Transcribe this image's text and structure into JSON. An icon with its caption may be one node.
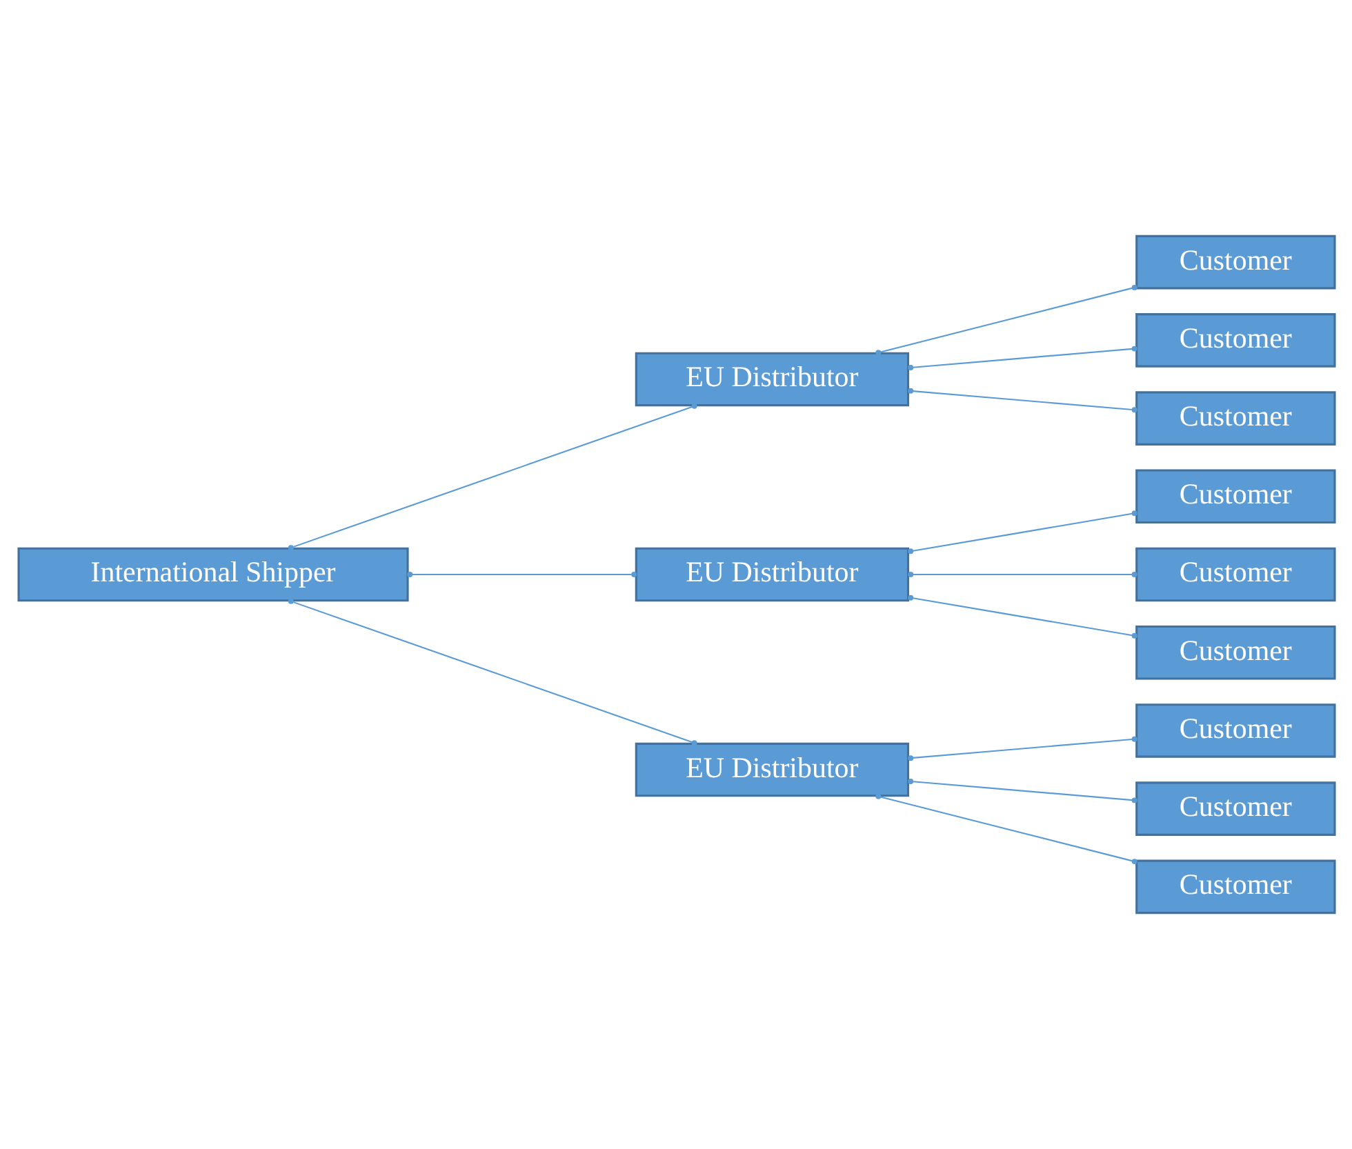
{
  "diagram": {
    "nodes": [
      {
        "text": [
          "International Shipper"
        ]
      },
      {
        "text": [
          "EU Distributor"
        ]
      },
      {
        "text": [
          "Customer"
        ]
      },
      {
        "text": [
          "Customer"
        ]
      },
      {
        "text": [
          "Customer"
        ]
      },
      {
        "text": [
          "EU Distributor"
        ]
      },
      {
        "text": [
          "Customer"
        ]
      },
      {
        "text": [
          "Customer"
        ]
      },
      {
        "text": [
          "Customer"
        ]
      },
      {
        "text": [
          "EU Distributor"
        ]
      },
      {
        "text": [
          "Customer"
        ]
      },
      {
        "text": [
          "Customer"
        ]
      },
      {
        "text": [
          "Customer"
        ]
      }
    ],
    "edges": [
      {
        "from": 0,
        "to": 1,
        "arrow": "other"
      },
      {
        "from": 0,
        "to": 5,
        "arrow": "other"
      },
      {
        "from": 0,
        "to": 9,
        "arrow": "other"
      },
      {
        "from": 1,
        "to": 2,
        "arrow": "other"
      },
      {
        "from": 1,
        "to": 3,
        "arrow": "other"
      },
      {
        "from": 1,
        "to": 4,
        "arrow": "other"
      },
      {
        "from": 5,
        "to": 6,
        "arrow": "other"
      },
      {
        "from": 5,
        "to": 7,
        "arrow": "other"
      },
      {
        "from": 5,
        "to": 8,
        "arrow": "other"
      },
      {
        "from": 9,
        "to": 10,
        "arrow": "other"
      },
      {
        "from": 9,
        "to": 11,
        "arrow": "other"
      },
      {
        "from": 9,
        "to": 12,
        "arrow": "other"
      }
    ]
  }
}
